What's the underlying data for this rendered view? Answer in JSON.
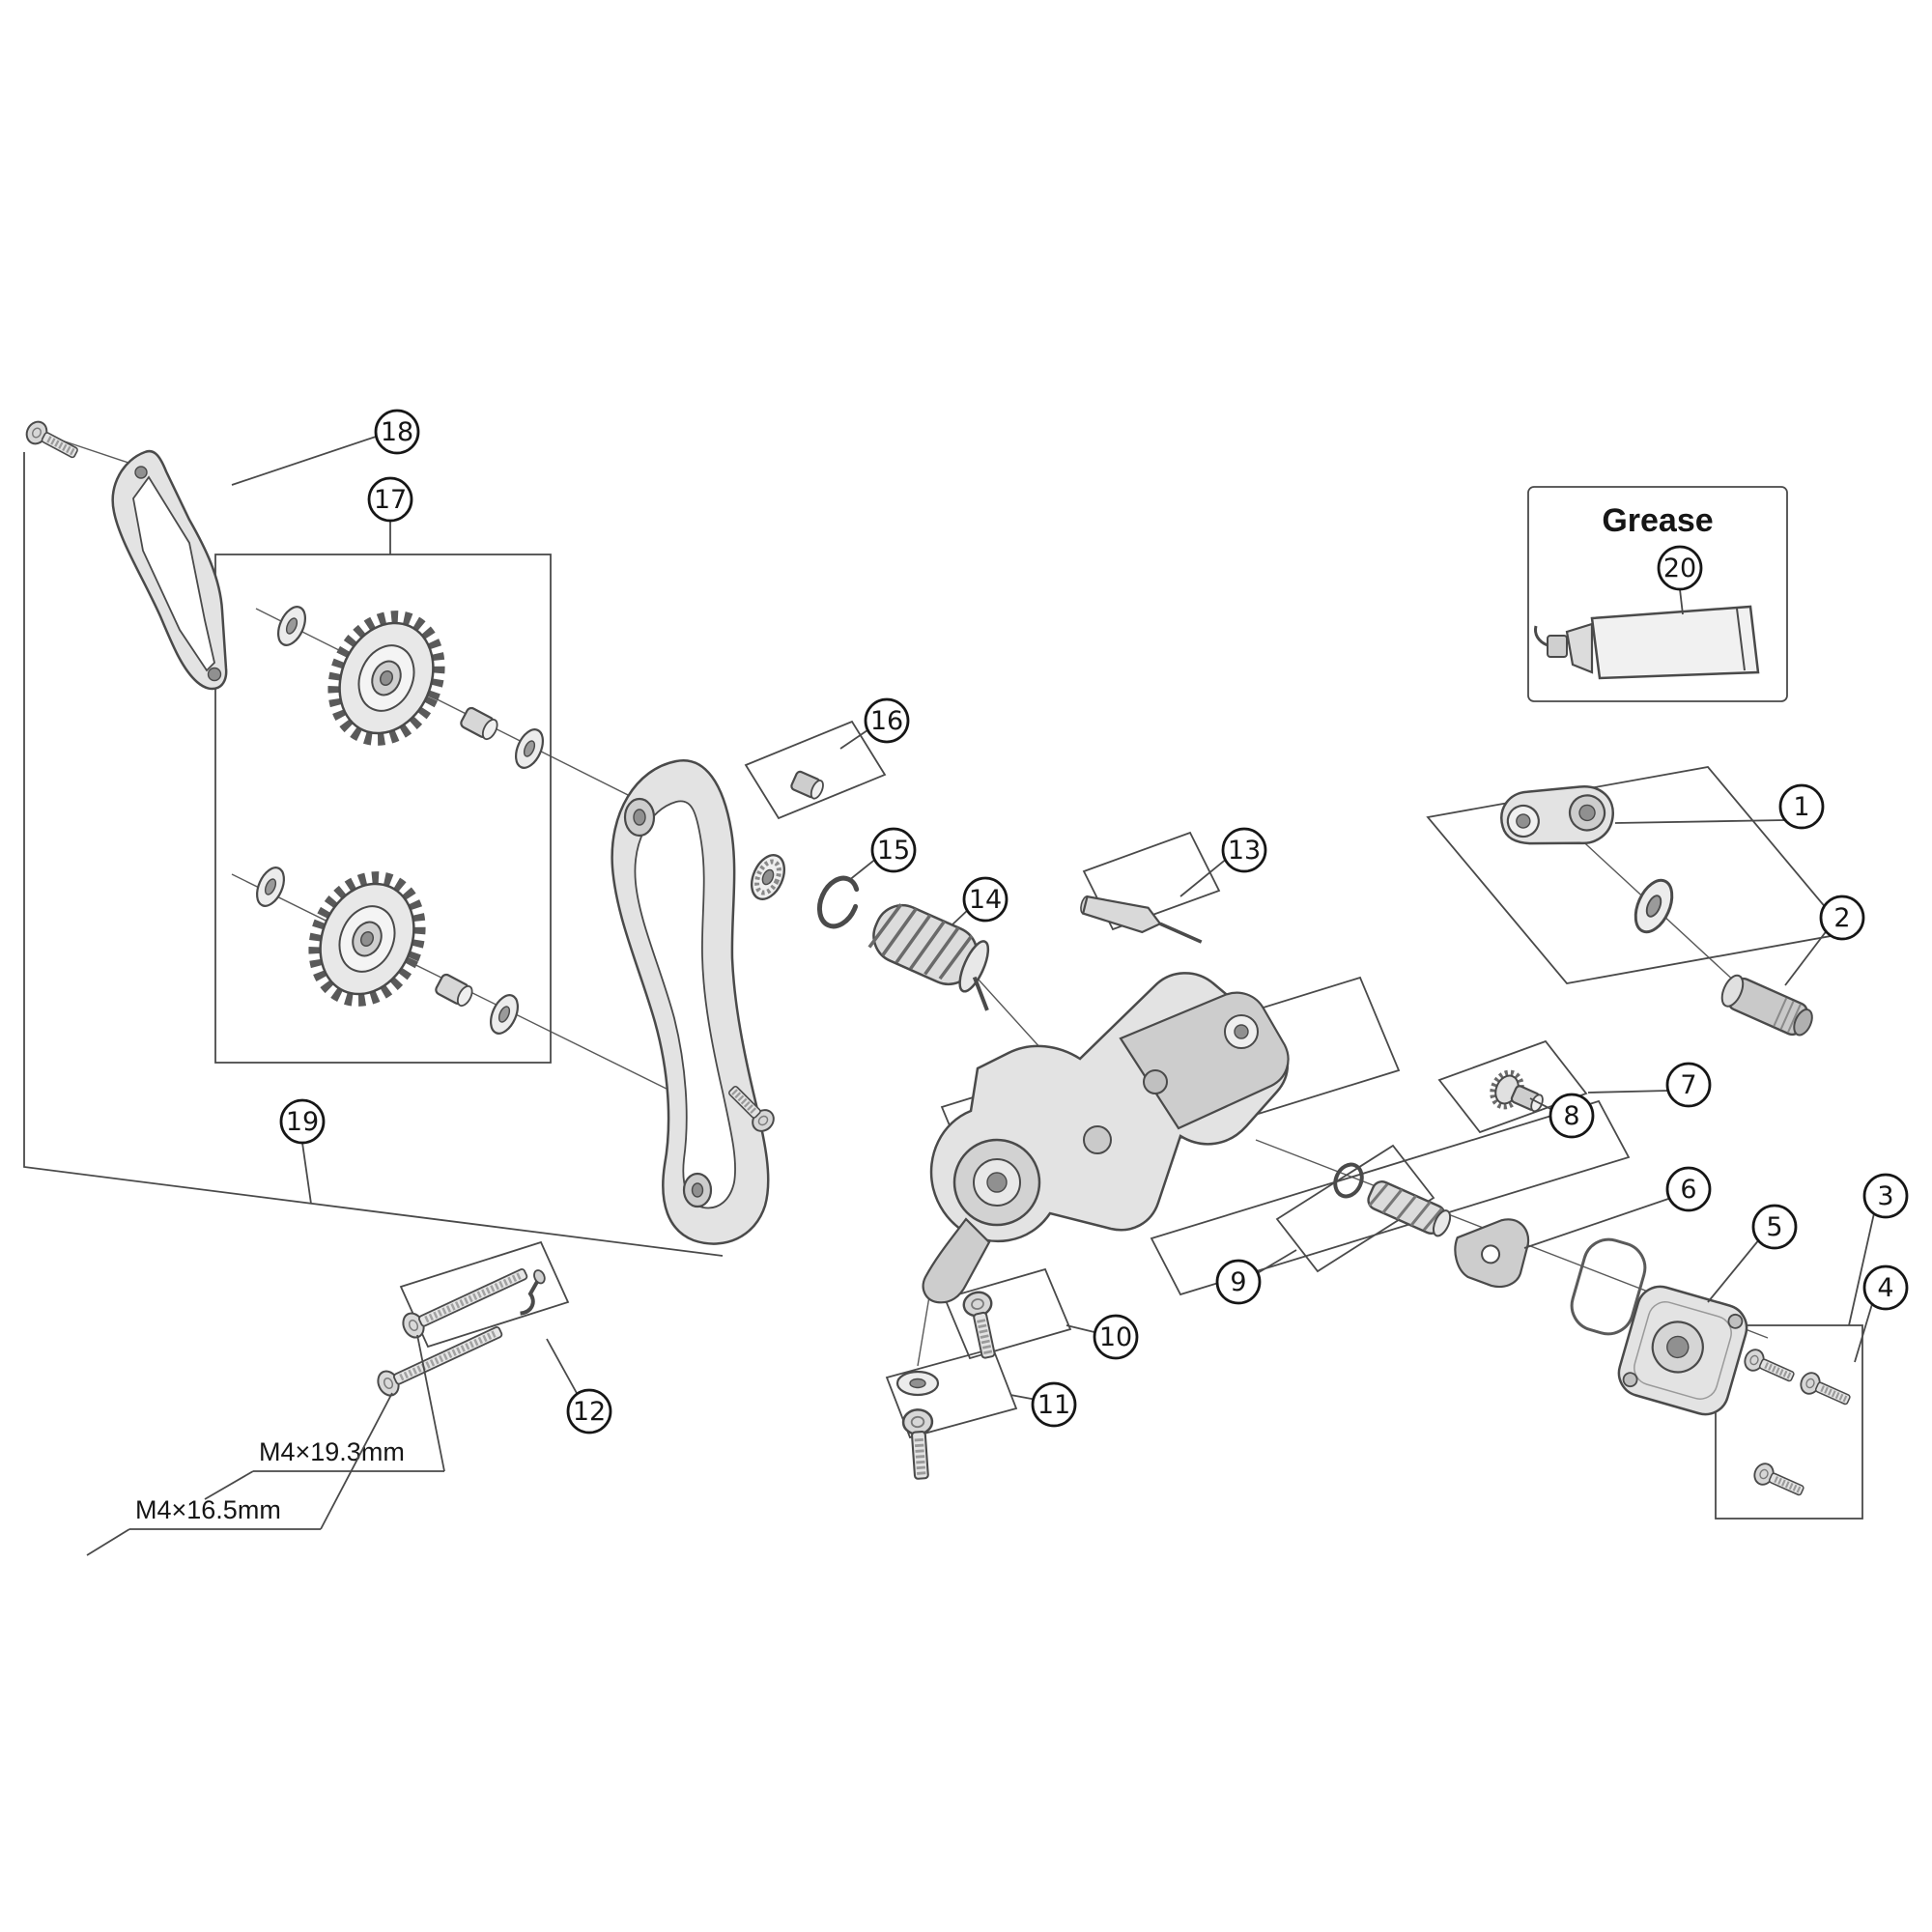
{
  "diagram": {
    "grease_box": {
      "label": "Grease"
    },
    "callouts": {
      "c1": "1",
      "c2": "2",
      "c3": "3",
      "c4": "4",
      "c5": "5",
      "c6": "6",
      "c7": "7",
      "c8": "8",
      "c9": "9",
      "c10": "10",
      "c11": "11",
      "c12": "12",
      "c13": "13",
      "c14": "14",
      "c15": "15",
      "c16": "16",
      "c17": "17",
      "c18": "18",
      "c19": "19",
      "c20": "20"
    },
    "dimensions": {
      "screw_long": "M4×19.3mm",
      "screw_short": "M4×16.5mm"
    }
  }
}
